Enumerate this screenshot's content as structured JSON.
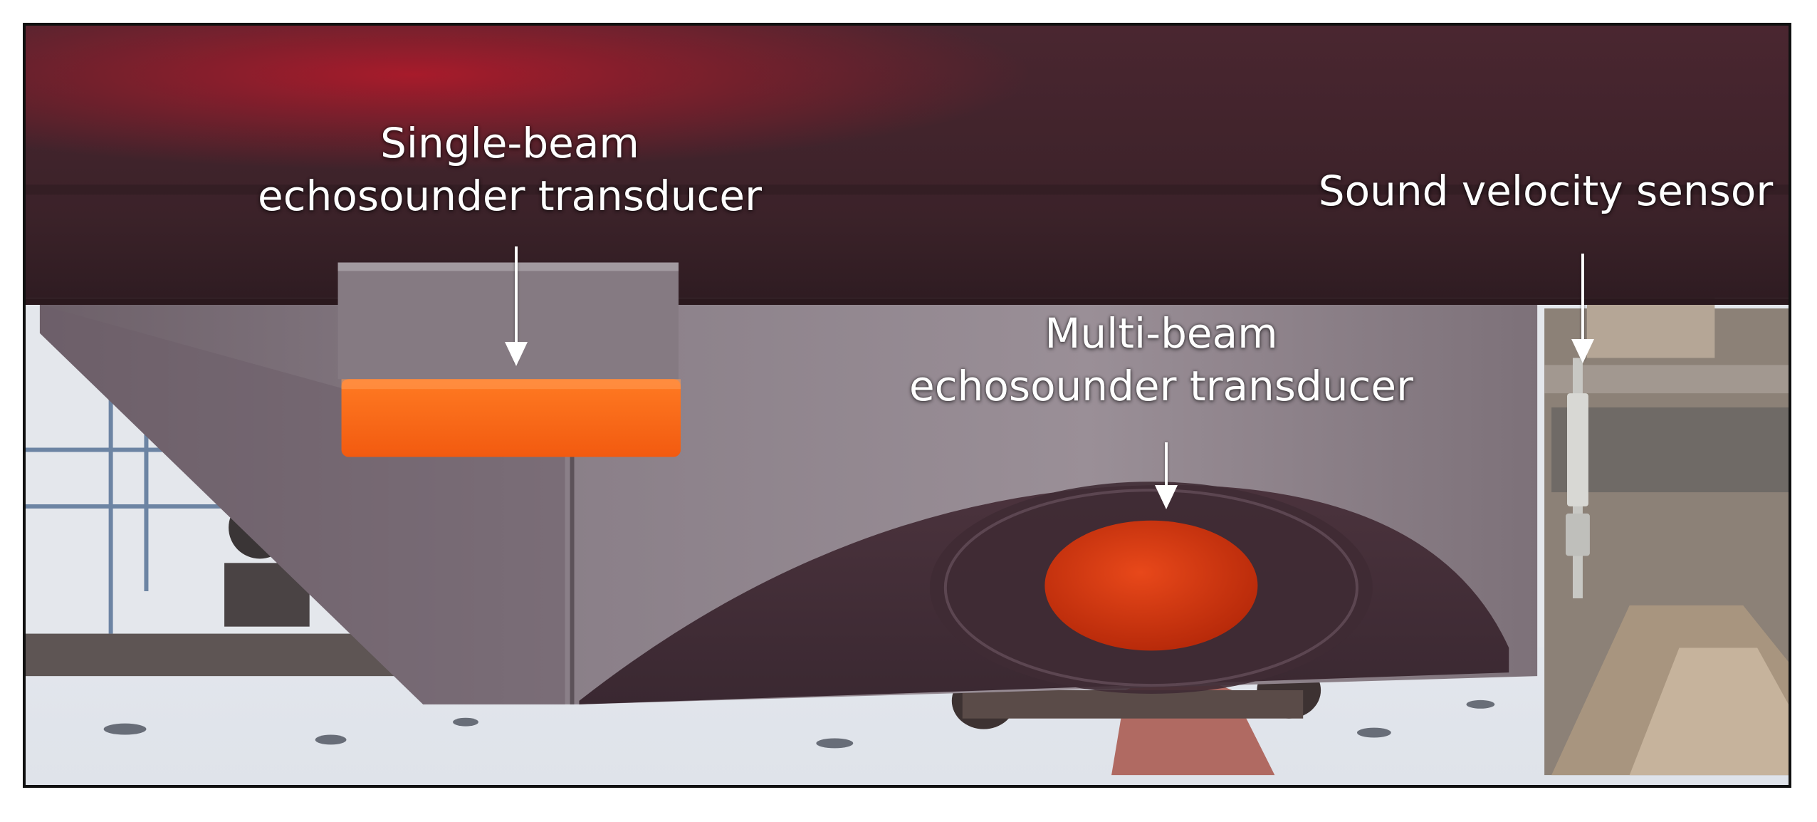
{
  "labels": {
    "single_beam_line1": "Single-beam",
    "single_beam_line2": "echosounder transducer",
    "multi_beam_line1": "Multi-beam",
    "multi_beam_line2": "echosounder transducer",
    "sound_velocity": "Sound velocity sensor"
  },
  "colors": {
    "hull": "#3a2228",
    "gondola": "#7b6f78",
    "single_beam_transducer": "#ff6a1a",
    "multi_beam_transducer": "#d8360f",
    "snow_ground": "#e9edf2"
  }
}
